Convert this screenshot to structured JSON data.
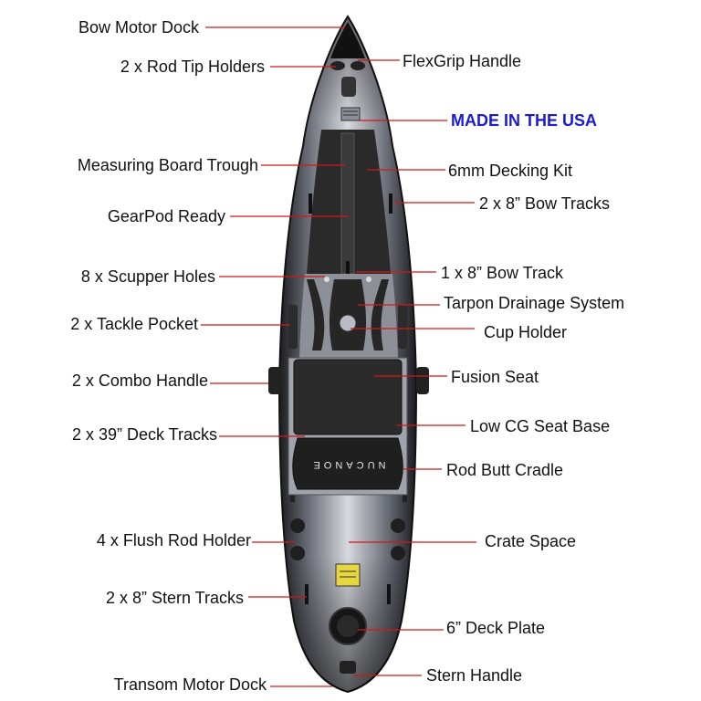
{
  "colors": {
    "leader_line": "#d01818",
    "highlight_text": "#1a1ad6",
    "deck": "#2a2a2a",
    "hull_light": "#c9ccd3",
    "hull_dark": "#1b1c20"
  },
  "seat": {
    "logo_text": "NUCANOE"
  },
  "callouts": [
    {
      "id": "bow-motor-dock",
      "text": "Bow Motor Dock"
    },
    {
      "id": "rod-tip-holders",
      "text": "2 x Rod Tip Holders"
    },
    {
      "id": "flexgrip-handle",
      "text": "FlexGrip Handle"
    },
    {
      "id": "made-in-usa",
      "text": "MADE IN THE USA"
    },
    {
      "id": "measuring-board-trough",
      "text": "Measuring Board Trough"
    },
    {
      "id": "decking-kit",
      "text": "6mm Decking Kit"
    },
    {
      "id": "bow-tracks-2x8",
      "text": "2 x 8” Bow Tracks"
    },
    {
      "id": "gearpod-ready",
      "text": "GearPod Ready"
    },
    {
      "id": "scupper-holes",
      "text": "8 x Scupper Holes"
    },
    {
      "id": "bow-track-1x8",
      "text": "1 x 8” Bow Track"
    },
    {
      "id": "tarpon-drainage",
      "text": "Tarpon Drainage System"
    },
    {
      "id": "tackle-pocket",
      "text": "2 x Tackle Pocket"
    },
    {
      "id": "cup-holder",
      "text": "Cup Holder"
    },
    {
      "id": "combo-handle",
      "text": "2 x Combo Handle"
    },
    {
      "id": "fusion-seat",
      "text": "Fusion Seat"
    },
    {
      "id": "deck-tracks-39",
      "text": "2 x 39” Deck Tracks"
    },
    {
      "id": "low-cg-seat-base",
      "text": "Low CG Seat Base"
    },
    {
      "id": "rod-butt-cradle",
      "text": "Rod Butt Cradle"
    },
    {
      "id": "flush-rod-holder",
      "text": "4 x Flush Rod Holder"
    },
    {
      "id": "crate-space",
      "text": "Crate Space"
    },
    {
      "id": "stern-tracks",
      "text": "2 x 8” Stern Tracks"
    },
    {
      "id": "deck-plate",
      "text": "6” Deck Plate"
    },
    {
      "id": "transom-motor-dock",
      "text": "Transom Motor Dock"
    },
    {
      "id": "stern-handle",
      "text": "Stern Handle"
    }
  ]
}
